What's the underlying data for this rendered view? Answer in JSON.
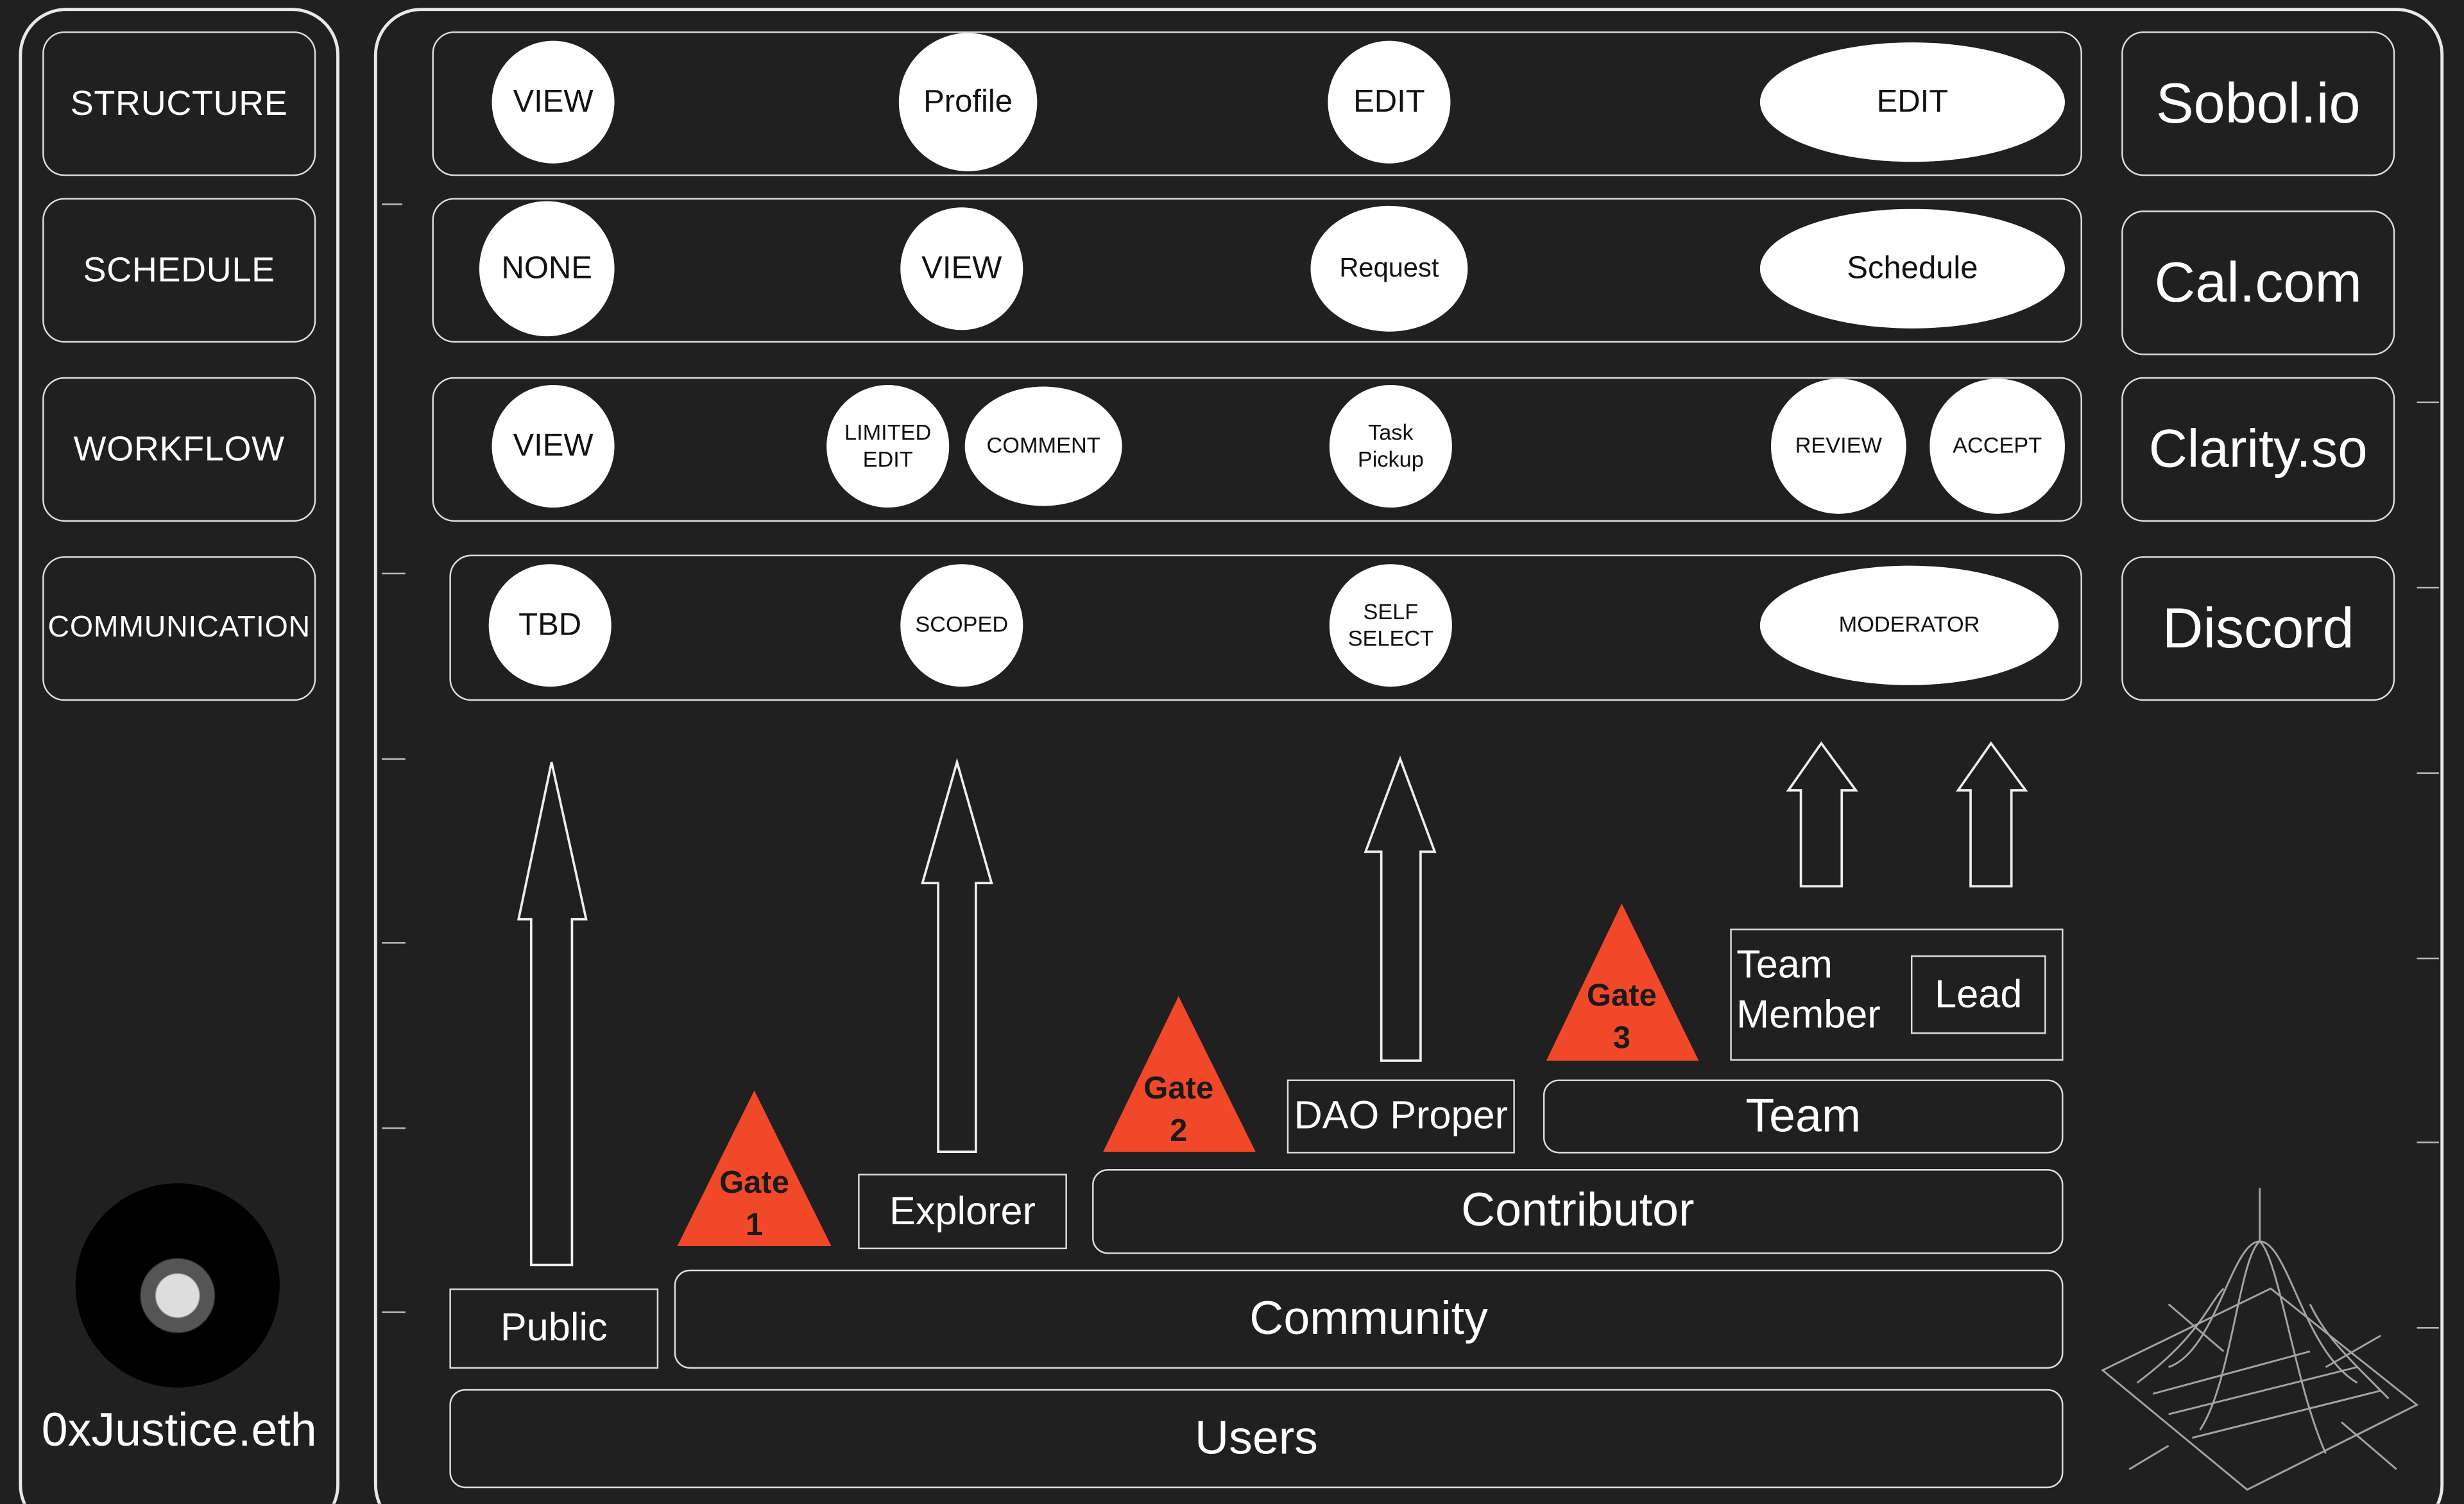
{
  "sidebar": {
    "items": [
      "STRUCTURE",
      "SCHEDULE",
      "WORKFLOW",
      "COMMUNICATION"
    ],
    "user_name": "0xJustice.eth"
  },
  "tools": [
    "Sobol.io",
    "Cal.com",
    "Clarity.so",
    "Discord"
  ],
  "rows": {
    "structure": [
      "VIEW",
      "Profile",
      "EDIT",
      "EDIT"
    ],
    "schedule": [
      "NONE",
      "VIEW",
      "Request",
      "Schedule"
    ],
    "workflow": [
      "VIEW",
      "LIMITED\nEDIT",
      "COMMENT",
      "Task\nPickup",
      "REVIEW",
      "ACCEPT"
    ],
    "communication": [
      "TBD",
      "SCOPED",
      "SELF\nSELECT",
      "MODERATOR"
    ]
  },
  "tiers": {
    "public": "Public",
    "community": "Community",
    "users": "Users",
    "explorer": "Explorer",
    "contributor": "Contributor",
    "dao_proper": "DAO Proper",
    "team": "Team",
    "team_member": "Team\nMember",
    "lead": "Lead"
  },
  "gates": [
    {
      "label": "Gate",
      "num": "1"
    },
    {
      "label": "Gate",
      "num": "2"
    },
    {
      "label": "Gate",
      "num": "3"
    }
  ],
  "colors": {
    "gate": "#f2482a",
    "background": "#202020"
  }
}
